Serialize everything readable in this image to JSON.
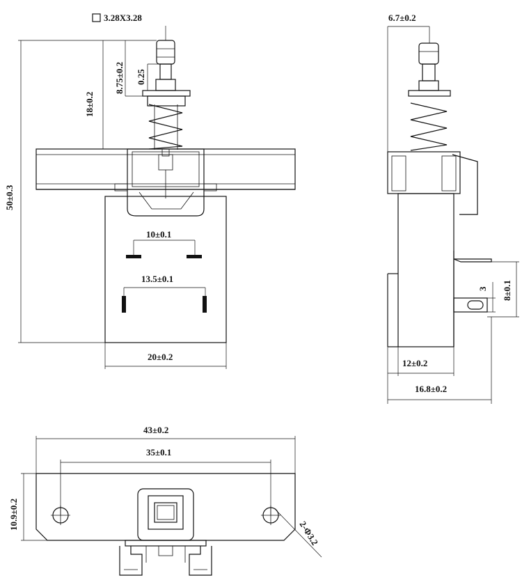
{
  "views": {
    "front": {
      "dims": {
        "square_marker": "3.28X3.28",
        "stem_length": "8.75±0.2",
        "stem_gap": "0.25",
        "top_to_flange": "18±0.2",
        "overall_height": "50±0.3",
        "inner_terminals": "10±0.1",
        "outer_terminals": "13.5±0.1",
        "body_width": "20±0.2"
      }
    },
    "side": {
      "dims": {
        "stem_width": "6.7±0.2",
        "terminal_pitch": "8±0.1",
        "terminal_width": "3",
        "body_depth": "12±0.2",
        "overall_depth": "16.8±0.2"
      }
    },
    "bottom": {
      "dims": {
        "flange_width": "43±0.2",
        "hole_spacing": "35±0.1",
        "flange_height": "10.9±0.2",
        "holes": "2-Φ3.2"
      }
    }
  }
}
